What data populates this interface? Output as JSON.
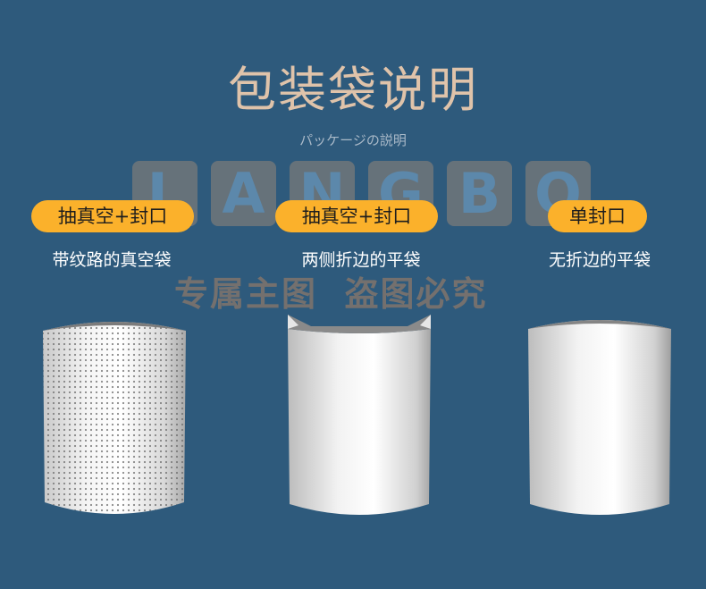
{
  "header": {
    "title": "包装袋说明",
    "subtitle": "パッケージの説明"
  },
  "watermark": {
    "letters": [
      "L",
      "A",
      "N",
      "G",
      "B",
      "O"
    ],
    "text": "专属主图  盗图必究"
  },
  "products": [
    {
      "tag": "抽真空+封口",
      "description": "带纹路的真空袋"
    },
    {
      "tag": "抽真空+封口",
      "description": "两侧折边的平袋"
    },
    {
      "tag": "单封口",
      "description": "无折边的平袋"
    }
  ],
  "colors": {
    "background": "#2e5a7c",
    "title": "#dfc3aa",
    "tag": "#fbb12b"
  }
}
